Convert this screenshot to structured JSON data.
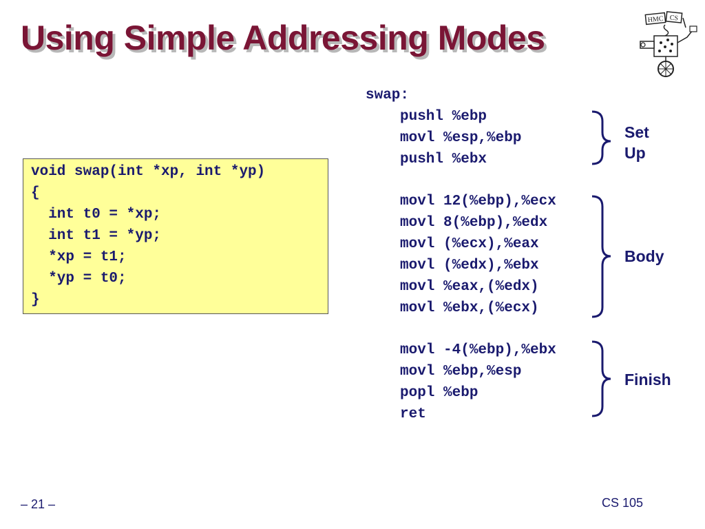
{
  "slide": {
    "title": "Using Simple Addressing Modes",
    "page_number": "– 21 –",
    "course": "CS 105",
    "logo_icon": "hmc-cs-robot-logo",
    "logo_text": {
      "left": "HMC",
      "right": "CS"
    }
  },
  "c_code": {
    "lines": [
      "void swap(int *xp, int *yp)",
      "{",
      "  int t0 = *xp;",
      "  int t1 = *yp;",
      "  *xp = t1;",
      "  *yp = t0;",
      "}"
    ]
  },
  "asm": {
    "label": "swap:",
    "setup": [
      "pushl %ebp",
      "movl %esp,%ebp",
      "pushl %ebx"
    ],
    "body": [
      "movl 12(%ebp),%ecx",
      "movl 8(%ebp),%edx",
      "movl (%ecx),%eax",
      "movl (%edx),%ebx",
      "movl %eax,(%edx)",
      "movl %ebx,(%ecx)"
    ],
    "finish": [
      "movl -4(%ebp),%ebx",
      "movl %ebp,%esp",
      "popl %ebp",
      "ret"
    ]
  },
  "sections": {
    "setup_line1": "Set",
    "setup_line2": "Up",
    "body": "Body",
    "finish": "Finish"
  },
  "colors": {
    "title": "#7a1535",
    "code_text": "#1a1a6e",
    "code_box_bg": "#ffff99"
  }
}
